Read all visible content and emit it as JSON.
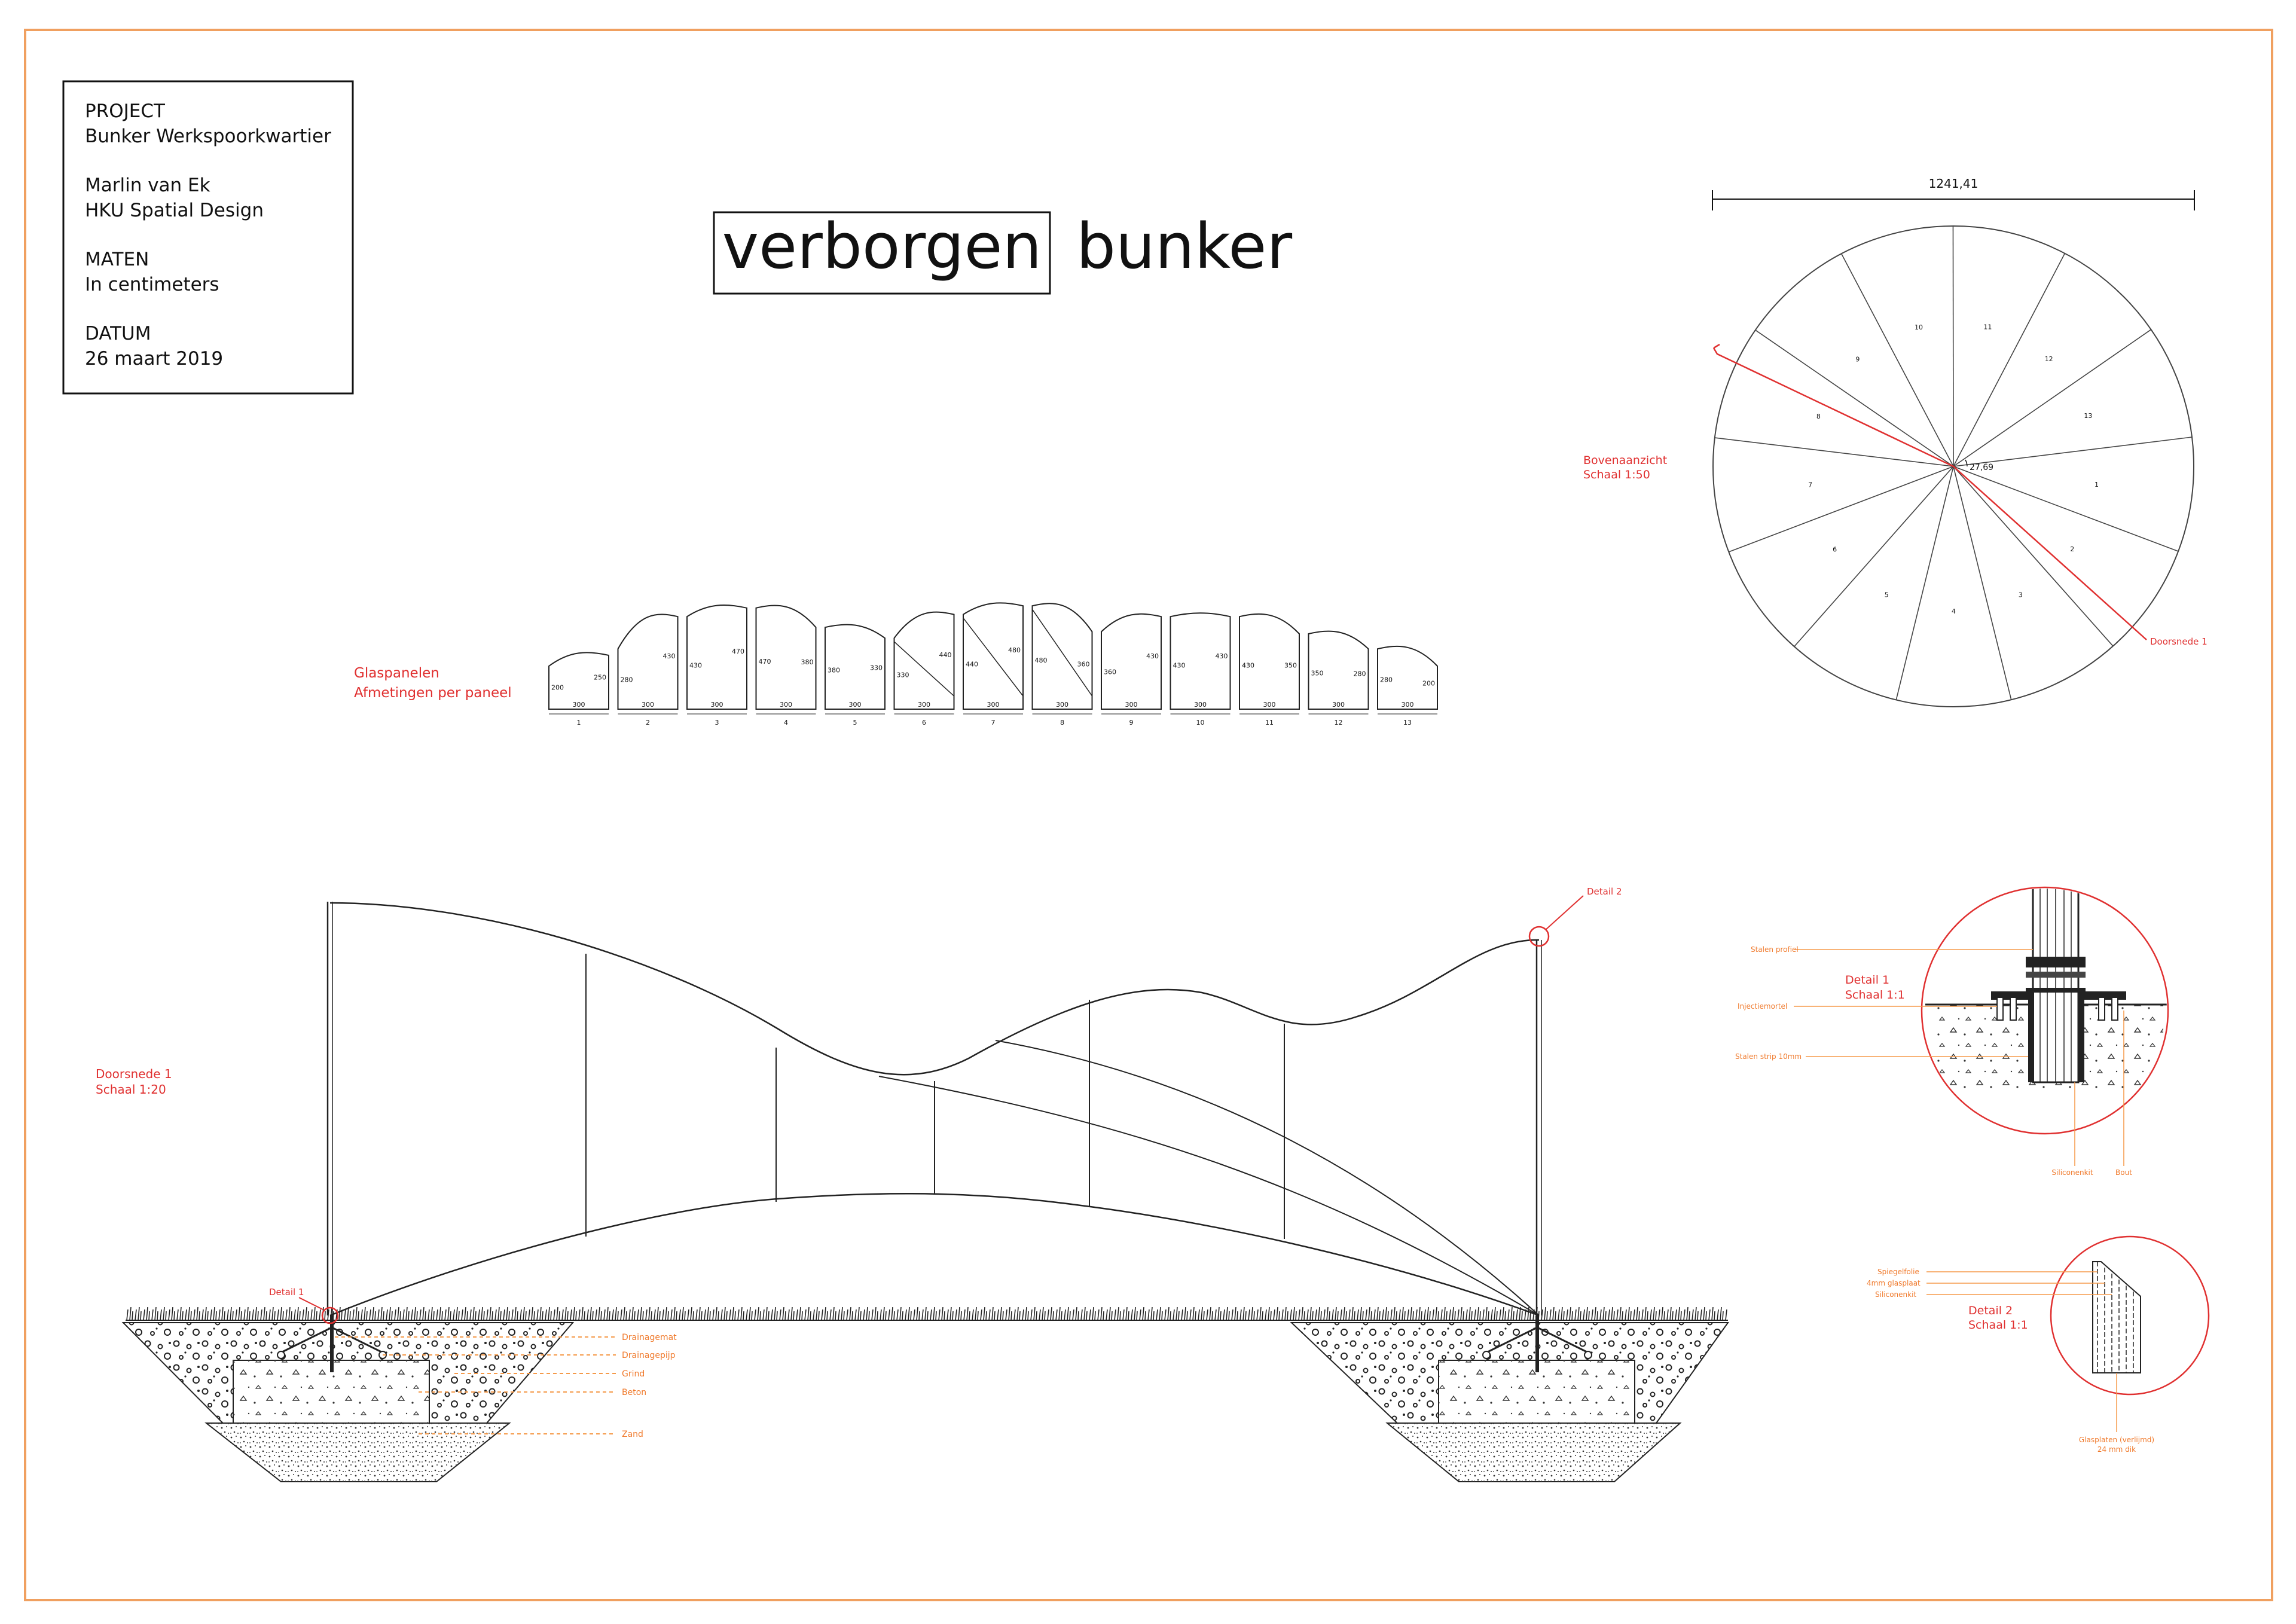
{
  "colors": {
    "frame": "#f0a060",
    "ink": "#111111",
    "annotation_red": "#e03030",
    "annotation_orange": "#f07a2c",
    "dashed_guide": "#f59a4a"
  },
  "info": {
    "project_label": "PROJECT",
    "project_name": "Bunker Werkspoorkwartier",
    "author": "Marlin van Ek",
    "school": "HKU Spatial Design",
    "units_label": "MATEN",
    "units_value": "In centimeters",
    "date_label": "DATUM",
    "date_value": "26 maart 2019"
  },
  "title": {
    "boxed": "verborgen",
    "plain": "bunker"
  },
  "plan": {
    "dimension": "1241,41",
    "label": "Bovenaanzicht",
    "scale": "Schaal 1:50",
    "angle": "27,69",
    "section_marker": "Doorsnede 1",
    "segments": [
      "1",
      "2",
      "3",
      "4",
      "5",
      "6",
      "7",
      "8",
      "9",
      "10",
      "11",
      "12",
      "13"
    ]
  },
  "panels": {
    "label_line1": "Glaspanelen",
    "label_line2": "Afmetingen per paneel",
    "items": [
      {
        "n": "1",
        "left": "200",
        "right": "250",
        "base": "300"
      },
      {
        "n": "2",
        "left": "280",
        "right": "430",
        "base": "300"
      },
      {
        "n": "3",
        "left": "430",
        "right": "470",
        "base": "300"
      },
      {
        "n": "4",
        "left": "470",
        "right": "380",
        "base": "300"
      },
      {
        "n": "5",
        "left": "380",
        "right": "330",
        "base": "300"
      },
      {
        "n": "6",
        "left": "330",
        "right": "440",
        "base": "300"
      },
      {
        "n": "7",
        "left": "440",
        "right": "480",
        "base": "300"
      },
      {
        "n": "8",
        "left": "480",
        "right": "360",
        "base": "300"
      },
      {
        "n": "9",
        "left": "360",
        "right": "430",
        "base": "300"
      },
      {
        "n": "10",
        "left": "430",
        "right": "430",
        "base": "300"
      },
      {
        "n": "11",
        "left": "430",
        "right": "350",
        "base": "300"
      },
      {
        "n": "12",
        "left": "350",
        "right": "280",
        "base": "300"
      },
      {
        "n": "13",
        "left": "280",
        "right": "200",
        "base": "300"
      }
    ]
  },
  "section": {
    "label": "Doorsnede 1",
    "scale": "Schaal 1:20",
    "detail1_marker": "Detail 1",
    "detail2_marker": "Detail 2",
    "layers": [
      "Drainagemat",
      "Drainagepijp",
      "Grind",
      "Beton",
      "Zand"
    ]
  },
  "detail1": {
    "label": "Detail 1",
    "scale": "Schaal 1:1",
    "callouts_left": [
      "Stalen profiel",
      "Injectiemortel",
      "Stalen strip 10mm"
    ],
    "callouts_bottom": [
      "Siliconenkit",
      "Bout"
    ]
  },
  "detail2": {
    "label": "Detail 2",
    "scale": "Schaal 1:1",
    "callouts": [
      "Spiegelfolie",
      "4mm glasplaat",
      "Siliconenkit"
    ],
    "bottom_line1": "Glasplaten (verlijmd)",
    "bottom_line2": "24 mm dik"
  }
}
